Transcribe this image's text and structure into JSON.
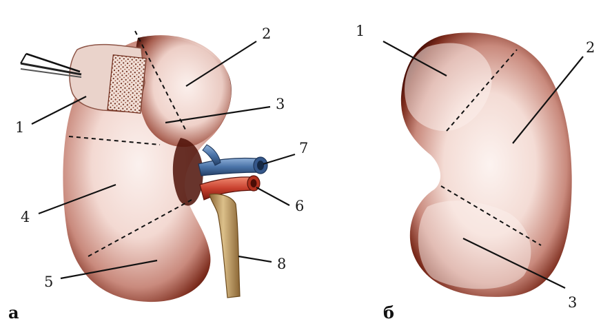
{
  "title_fragment": "",
  "panel_a": {
    "label": "а",
    "callouts": [
      {
        "num": "1"
      },
      {
        "num": "2"
      },
      {
        "num": "3"
      },
      {
        "num": "4"
      },
      {
        "num": "5"
      },
      {
        "num": "6"
      },
      {
        "num": "7"
      },
      {
        "num": "8"
      }
    ]
  },
  "panel_b": {
    "label": "б",
    "callouts": [
      {
        "num": "1"
      },
      {
        "num": "2"
      },
      {
        "num": "3"
      }
    ]
  },
  "colors": {
    "kidney_dark": "#5a1208",
    "kidney_mid": "#b06a5c",
    "kidney_light": "#fbeeea",
    "vein": "#4a73a8",
    "artery": "#c8402e",
    "ureter": "#c9a46a",
    "tissue": "#e8cfc6"
  }
}
